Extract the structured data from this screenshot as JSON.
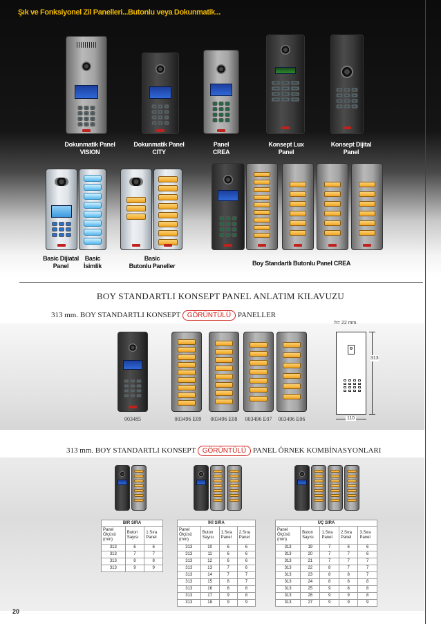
{
  "header": {
    "title": "Şık ve Fonksiyonel Zil Panelleri...Butonlu veya Dokunmatik..."
  },
  "top_labels": [
    {
      "line1": "Dokunmatik Panel",
      "line2": "VISION"
    },
    {
      "line1": "Dokunmatik Panel",
      "line2": "CITY"
    },
    {
      "line1": "Panel",
      "line2": "CREA"
    },
    {
      "line1": "Konsept Lux",
      "line2": "Panel"
    },
    {
      "line1": "Konsept Dijital",
      "line2": "Panel"
    }
  ],
  "second_labels": {
    "basic_dijital": {
      "line1": "Basic Dijiatal",
      "line2": "Panel"
    },
    "basic_isimlik": {
      "line1": "Basic",
      "line2": "İsimlik"
    },
    "basic_butonlu": {
      "line1": "Basic",
      "line2": "Butonlu Paneller"
    },
    "crea": "Boy Standartlı Butonlu Panel CREA"
  },
  "section": {
    "title": "BOY STANDARTLI KONSEPT PANEL ANLATIM KILAVUZU",
    "row1_prefix": "313 mm. BOY STANDARTLI KONSEPT",
    "row1_pill": "GÖRÜNTÜLÜ",
    "row1_suffix": "PANELLER",
    "row2_prefix": "313 mm. BOY STANDARTLI KONSEPT",
    "row2_pill": "GÖRÜNTÜLÜ",
    "row2_suffix": "PANEL ÖRNEK KOMBİNASYONLARI"
  },
  "product_codes": [
    "003485",
    "003496 E09",
    "003496 E08",
    "003496 E07",
    "003496 E06"
  ],
  "tech_drawing": {
    "depth": "h= 22 mm.",
    "height": "313",
    "width": "110"
  },
  "tables": {
    "bir": {
      "title": "BİR SIRA",
      "headers": [
        "Panel Ölçüsü (mm)",
        "Buton Sayısı",
        "1.Sıra Panel"
      ],
      "rows": [
        [
          "313",
          "6",
          "6"
        ],
        [
          "313",
          "7",
          "7"
        ],
        [
          "313",
          "8",
          "8"
        ],
        [
          "313",
          "9",
          "9"
        ]
      ]
    },
    "iki": {
      "title": "İKİ SIRA",
      "headers": [
        "Panel Ölçüsü (mm)",
        "Buton Sayısı",
        "1.Sıra Panel",
        "2.Sıra Panel"
      ],
      "rows": [
        [
          "313",
          "10",
          "6",
          "6"
        ],
        [
          "313",
          "11",
          "6",
          "6"
        ],
        [
          "313",
          "12",
          "6",
          "6"
        ],
        [
          "313",
          "13",
          "7",
          "6"
        ],
        [
          "313",
          "14",
          "7",
          "7"
        ],
        [
          "313",
          "15",
          "8",
          "7"
        ],
        [
          "313",
          "16",
          "8",
          "8"
        ],
        [
          "313",
          "17",
          "9",
          "8"
        ],
        [
          "313",
          "18",
          "9",
          "9"
        ]
      ]
    },
    "uc": {
      "title": "ÜÇ SIRA",
      "headers": [
        "Panel Ölçüsü (mm)",
        "Buton Sayısı",
        "1.Sıra Panel",
        "2.Sıra Panel",
        "3.Sıra Panel"
      ],
      "rows": [
        [
          "313",
          "19",
          "7",
          "6",
          "6"
        ],
        [
          "313",
          "20",
          "7",
          "7",
          "6"
        ],
        [
          "313",
          "21",
          "7",
          "7",
          "7"
        ],
        [
          "313",
          "22",
          "8",
          "7",
          "7"
        ],
        [
          "313",
          "23",
          "8",
          "8",
          "7"
        ],
        [
          "313",
          "24",
          "8",
          "8",
          "8"
        ],
        [
          "313",
          "25",
          "9",
          "8",
          "8"
        ],
        [
          "313",
          "26",
          "9",
          "9",
          "8"
        ],
        [
          "313",
          "27",
          "9",
          "9",
          "9"
        ]
      ]
    }
  },
  "page": {
    "number": "20"
  }
}
